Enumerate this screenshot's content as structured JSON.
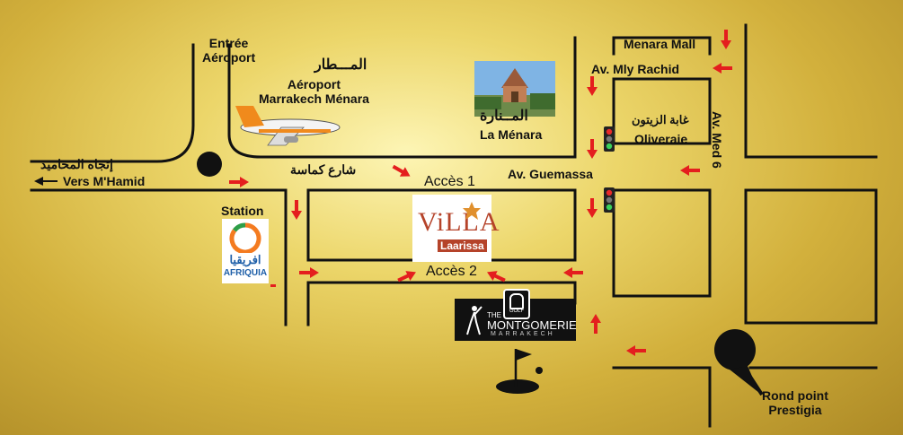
{
  "colors": {
    "road": "#111111",
    "arrow": "#e41e1e",
    "gold_light": "#fdf5b5",
    "gold_dark": "#ad8a26",
    "villa_brand": "#b5432a",
    "afriquia_blue": "#1e5fa8",
    "afriquia_orange": "#f47b20",
    "afriquia_green": "#2e9e48"
  },
  "labels": {
    "airport_entrance": "Entrée\nAéroport",
    "airport_ar": "المـــطار",
    "airport_name": "Aéroport\nMarrakech Ménara",
    "menara_ar": "المــنارة",
    "menara_fr": "La Ménara",
    "menara_mall": "Menara Mall",
    "av_mly_rachid": "Av. Mly Rachid",
    "av_med6": "Av. Med 6",
    "oliveraie_ar": "غابة الزيتون",
    "oliveraie_fr": "Oliveraie",
    "direction_ar": "إتجاه المحاميد",
    "vers_mhamid": "Vers M'Hamid",
    "kamassa_ar": "شارع كماسة",
    "acces1": "Accès 1",
    "av_guemassa": "Av. Guemassa",
    "station": "Station",
    "acces2": "Accès 2",
    "rond_point": "Rond point\nPrestigia"
  },
  "logos": {
    "villa_title": "ViLLA",
    "villa_subtitle": "Laarissa",
    "afriquia_ar": "افريقيا",
    "afriquia_name": "AFRIQUIA",
    "golf_badge": "GOLF",
    "montgomerie_the": "THE",
    "montgomerie_name": "MONTGOMERIE",
    "montgomerie_city": "MARRAKECH"
  },
  "icons": {
    "airplane": "airplane-icon",
    "menara_pavilion": "pavilion-photo",
    "traffic_light": "traffic-light-icon",
    "golf_flag": "golf-flag-icon",
    "location_pin": "location-pin-icon",
    "direction_arrow": "red-arrow-icon"
  }
}
